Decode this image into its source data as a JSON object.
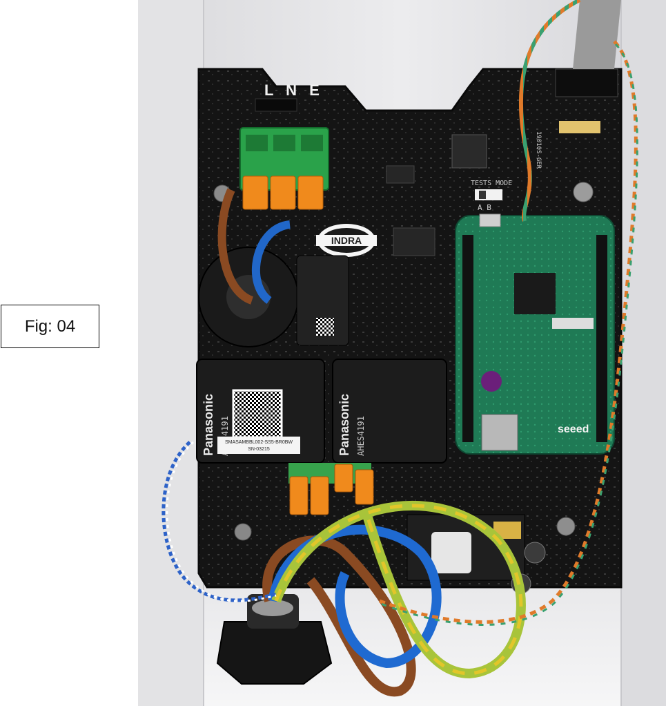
{
  "figure_label": "Fig: 04",
  "photo": {
    "board_lne_marking": "L N E",
    "logo_text": "INDRA",
    "relay_left_brand": "Panasonic",
    "relay_left_part": "AHES4191",
    "relay_left_sticker_line1": "SMASAMBBL002-SS5-BR0BW",
    "relay_left_sticker_line2": "SN-03215",
    "relay_right_brand": "Panasonic",
    "relay_right_part": "AHES4191",
    "module_brand": "seeed",
    "switch_label": "TESTS MODE",
    "switch_positions": "A  B",
    "connector_text": "19010S-GER"
  }
}
